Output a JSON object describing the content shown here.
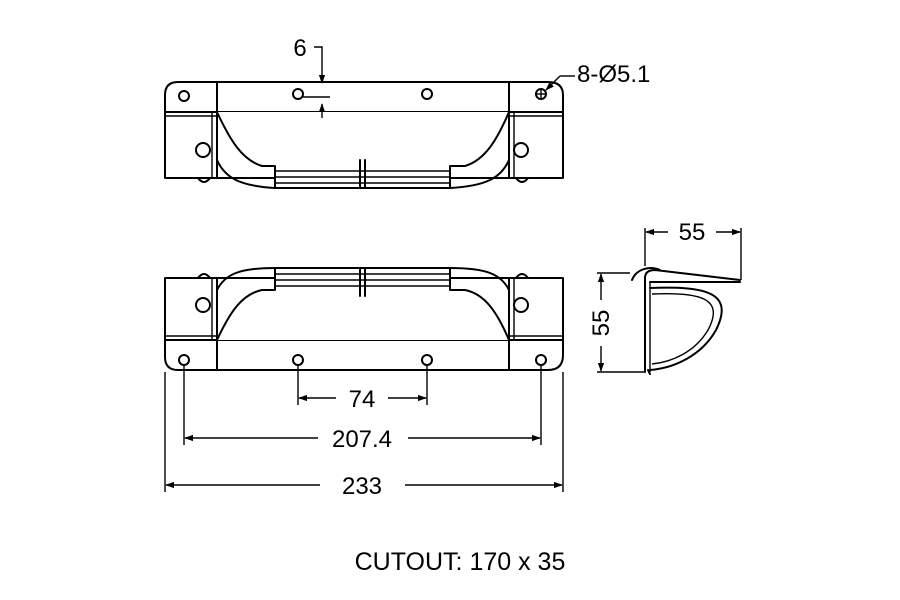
{
  "dimensions": {
    "gap_top": "6",
    "holes": "8-Ø5.1",
    "side_width": "55",
    "side_height": "55",
    "hole_pitch_inner": "74",
    "hole_pitch_outer": "207.4",
    "overall_length": "233"
  },
  "cutout_note": "CUTOUT: 170 x 35"
}
